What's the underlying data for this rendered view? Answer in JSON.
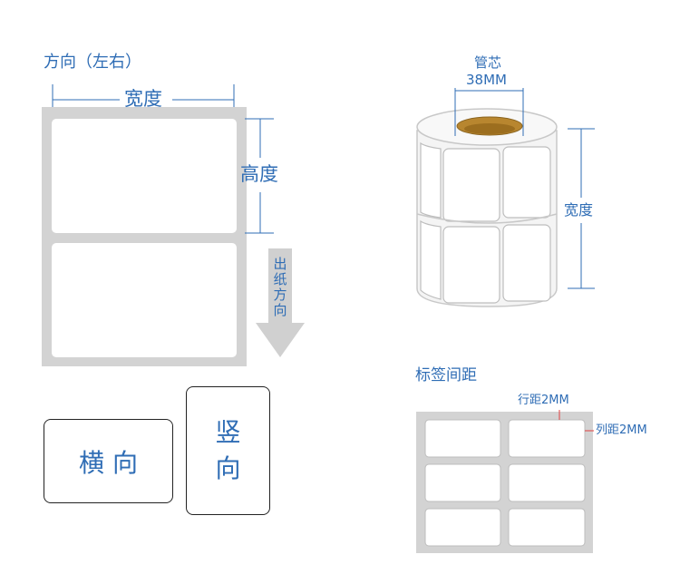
{
  "direction_panel": {
    "title": "方向（左右）",
    "width_label": "宽度",
    "height_label": "高度",
    "feed_arrow_label": [
      "出",
      "纸",
      "方",
      "向"
    ]
  },
  "orientation": {
    "horizontal_label": "横 向",
    "vertical_label": [
      "竖",
      "向"
    ]
  },
  "roll": {
    "core_label": "管芯",
    "core_size": "38MM",
    "width_label": "宽度"
  },
  "spacing": {
    "title": "标签间距",
    "row_gap": "行距2MM",
    "col_gap": "列距2MM"
  },
  "colors": {
    "accent": "#2f6db5",
    "panel_gray": "#d0d0d0",
    "arrow_gray": "#cfcfcf",
    "core_brown": "#b8862f",
    "gap_red": "#e04040"
  }
}
